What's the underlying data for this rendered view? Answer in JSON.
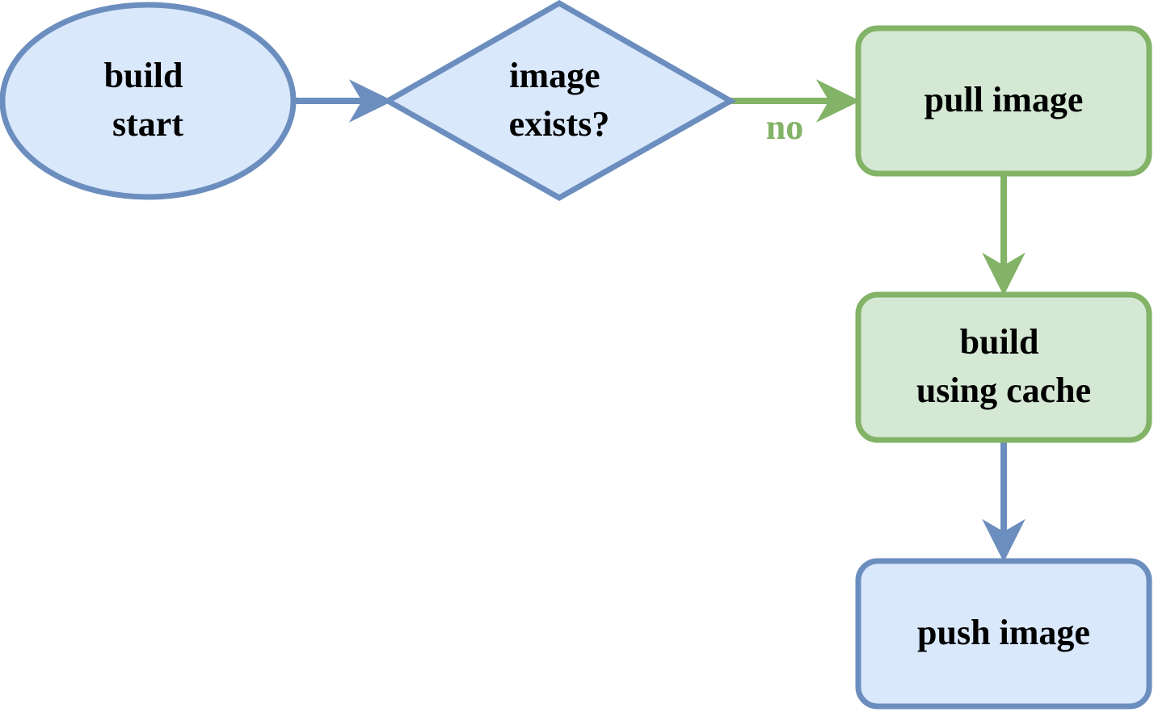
{
  "colors": {
    "blue_stroke": "#6c8ebf",
    "blue_fill": "#dae8fc",
    "green_stroke": "#82b366",
    "green_fill": "#d5e8d4",
    "text": "#000000"
  },
  "nodes": {
    "build_start": {
      "shape": "ellipse",
      "lines": [
        "build",
        "start"
      ]
    },
    "image_exists": {
      "shape": "diamond",
      "lines": [
        "image",
        "exists?"
      ]
    },
    "pull_image": {
      "shape": "rounded-rectangle",
      "lines": [
        "pull image"
      ]
    },
    "build_cache": {
      "shape": "rounded-rectangle",
      "lines": [
        "build",
        "using cache"
      ]
    },
    "push_image": {
      "shape": "rounded-rectangle",
      "lines": [
        "push image"
      ]
    }
  },
  "edges": {
    "start_to_decision": {
      "from": "build start",
      "to": "image exists?"
    },
    "decision_to_pull": {
      "from": "image exists?",
      "to": "pull image",
      "label": "no"
    },
    "pull_to_build": {
      "from": "pull image",
      "to": "build using cache"
    },
    "build_to_push": {
      "from": "build using cache",
      "to": "push image"
    }
  }
}
